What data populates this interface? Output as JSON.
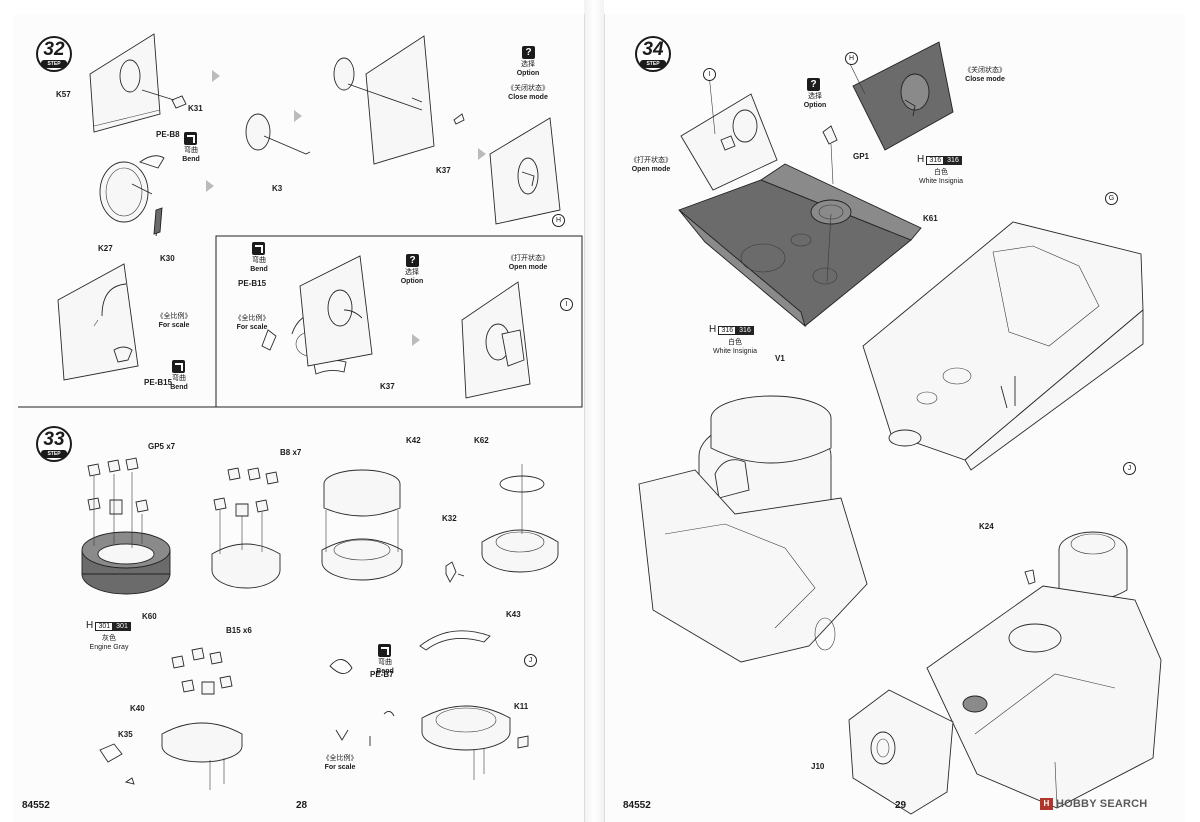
{
  "left_page": {
    "page_number": "28",
    "catalog": "84552",
    "step32": {
      "step_number": "32",
      "step_tag": "STEP",
      "parts": [
        "K57",
        "K31",
        "K3",
        "K37",
        "PE-B8",
        "K27",
        "K30",
        "PE-B15",
        "K37"
      ],
      "note_bend": {
        "cn": "弯曲",
        "en": "Bend"
      },
      "option": {
        "icon": "?",
        "cn": "选择",
        "en": "Option"
      },
      "close_mode": {
        "cn": "《关闭状态》",
        "en": "Close mode"
      },
      "open_mode": {
        "cn": "《打开状态》",
        "en": "Open mode"
      },
      "for_scale": {
        "cn": "《全比例》",
        "en": "For scale"
      },
      "marker_h": "H",
      "marker_i": "I",
      "bend2": {
        "cn": "弯曲",
        "en": "Bend"
      },
      "bend3": {
        "cn": "弯曲",
        "en": "Bend"
      },
      "pe_b15_top": "PE-B15",
      "for_scale2": {
        "cn": "《全比例》",
        "en": "For scale"
      },
      "option2": {
        "icon": "?",
        "cn": "选择",
        "en": "Option"
      }
    },
    "step33": {
      "step_number": "33",
      "step_tag": "STEP",
      "parts": {
        "gp5": "GP5 x7",
        "b8": "B8 x7",
        "k42": "K42",
        "k62": "K62",
        "k32": "K32",
        "k60": "K60",
        "b15": "B15 x6",
        "k43": "K43",
        "k40": "K40",
        "k35": "K35",
        "pe_b7": "PE-B7",
        "k11": "K11"
      },
      "color_chip": {
        "h": "H",
        "a": "301",
        "b": "301",
        "cn": "灰色",
        "en": "Engine Gray"
      },
      "bend": {
        "cn": "弯曲",
        "en": "Bend"
      },
      "for_scale": {
        "cn": "《全比例》",
        "en": "For scale"
      },
      "marker_j": "J"
    }
  },
  "right_page": {
    "page_number": "29",
    "catalog": "84552",
    "step34": {
      "step_number": "34",
      "step_tag": "STEP",
      "marker_i": "I",
      "marker_h": "H",
      "marker_g": "G",
      "marker_j": "J",
      "option": {
        "icon": "?",
        "cn": "选择",
        "en": "Option"
      },
      "close_mode": {
        "cn": "《关闭状态》",
        "en": "Close mode"
      },
      "open_mode": {
        "cn": "《打开状态》",
        "en": "Open mode"
      },
      "gp1": "GP1",
      "k61": "K61",
      "v1": "V1",
      "k24": "K24",
      "j10": "J10",
      "chip_top": {
        "h": "H",
        "a": "316",
        "b": "316",
        "cn": "白色",
        "en": "White Insignia"
      },
      "chip_left": {
        "h": "H",
        "a": "316",
        "b": "316",
        "cn": "白色",
        "en": "White Insignia"
      }
    }
  },
  "watermark": {
    "mark": "H",
    "text": "HOBBY SEARCH"
  }
}
